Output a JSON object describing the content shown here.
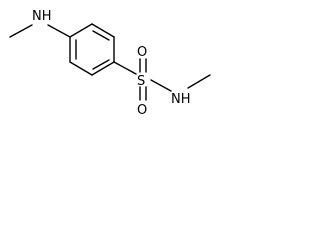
{
  "molecule": {
    "atoms": {
      "nh_left": "NH",
      "s": "S",
      "o_top": "O",
      "o_bottom": "O",
      "nh_right": "NH"
    }
  },
  "colors": {
    "line": "#000000",
    "background": "#ffffff"
  }
}
